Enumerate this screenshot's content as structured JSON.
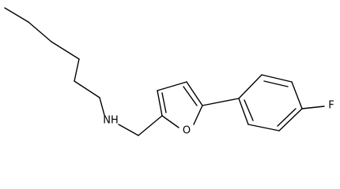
{
  "molecule": {
    "atoms": {
      "nitrogen": "NH",
      "oxygen": "O",
      "fluorine": "F"
    },
    "colors": {
      "bond": "#000000",
      "label": "#000000",
      "background": "#ffffff"
    }
  }
}
